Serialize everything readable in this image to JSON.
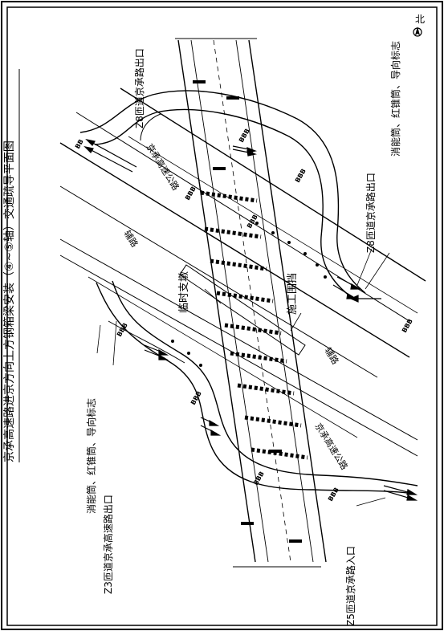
{
  "title": "京承高速路进京方向上方钢箱梁安装（④~⑤轴）交通疏导平面图",
  "north_label": "北",
  "labels": {
    "z8_exit": "Z8匝道京承路出口",
    "z8_exit2": "Z8匝道京承路出口",
    "right_signs": "消能筒、红锥筒、导向标志",
    "left_signs": "消能筒、红锥筒、导向标志",
    "z3_exit": "Z3匝道京承高速路出口",
    "z5_entrance": "Z5匝道京承路入口",
    "temp_pier": "临时支墩",
    "work_fence": "施工围挡",
    "road_upper": "京承高速公路",
    "road_lower": "京承高速公路",
    "aux_road_upper": "辅路",
    "aux_road_lower": "辅路",
    "sign_glyph": "BBB",
    "sign_glyph_short": "BB"
  }
}
